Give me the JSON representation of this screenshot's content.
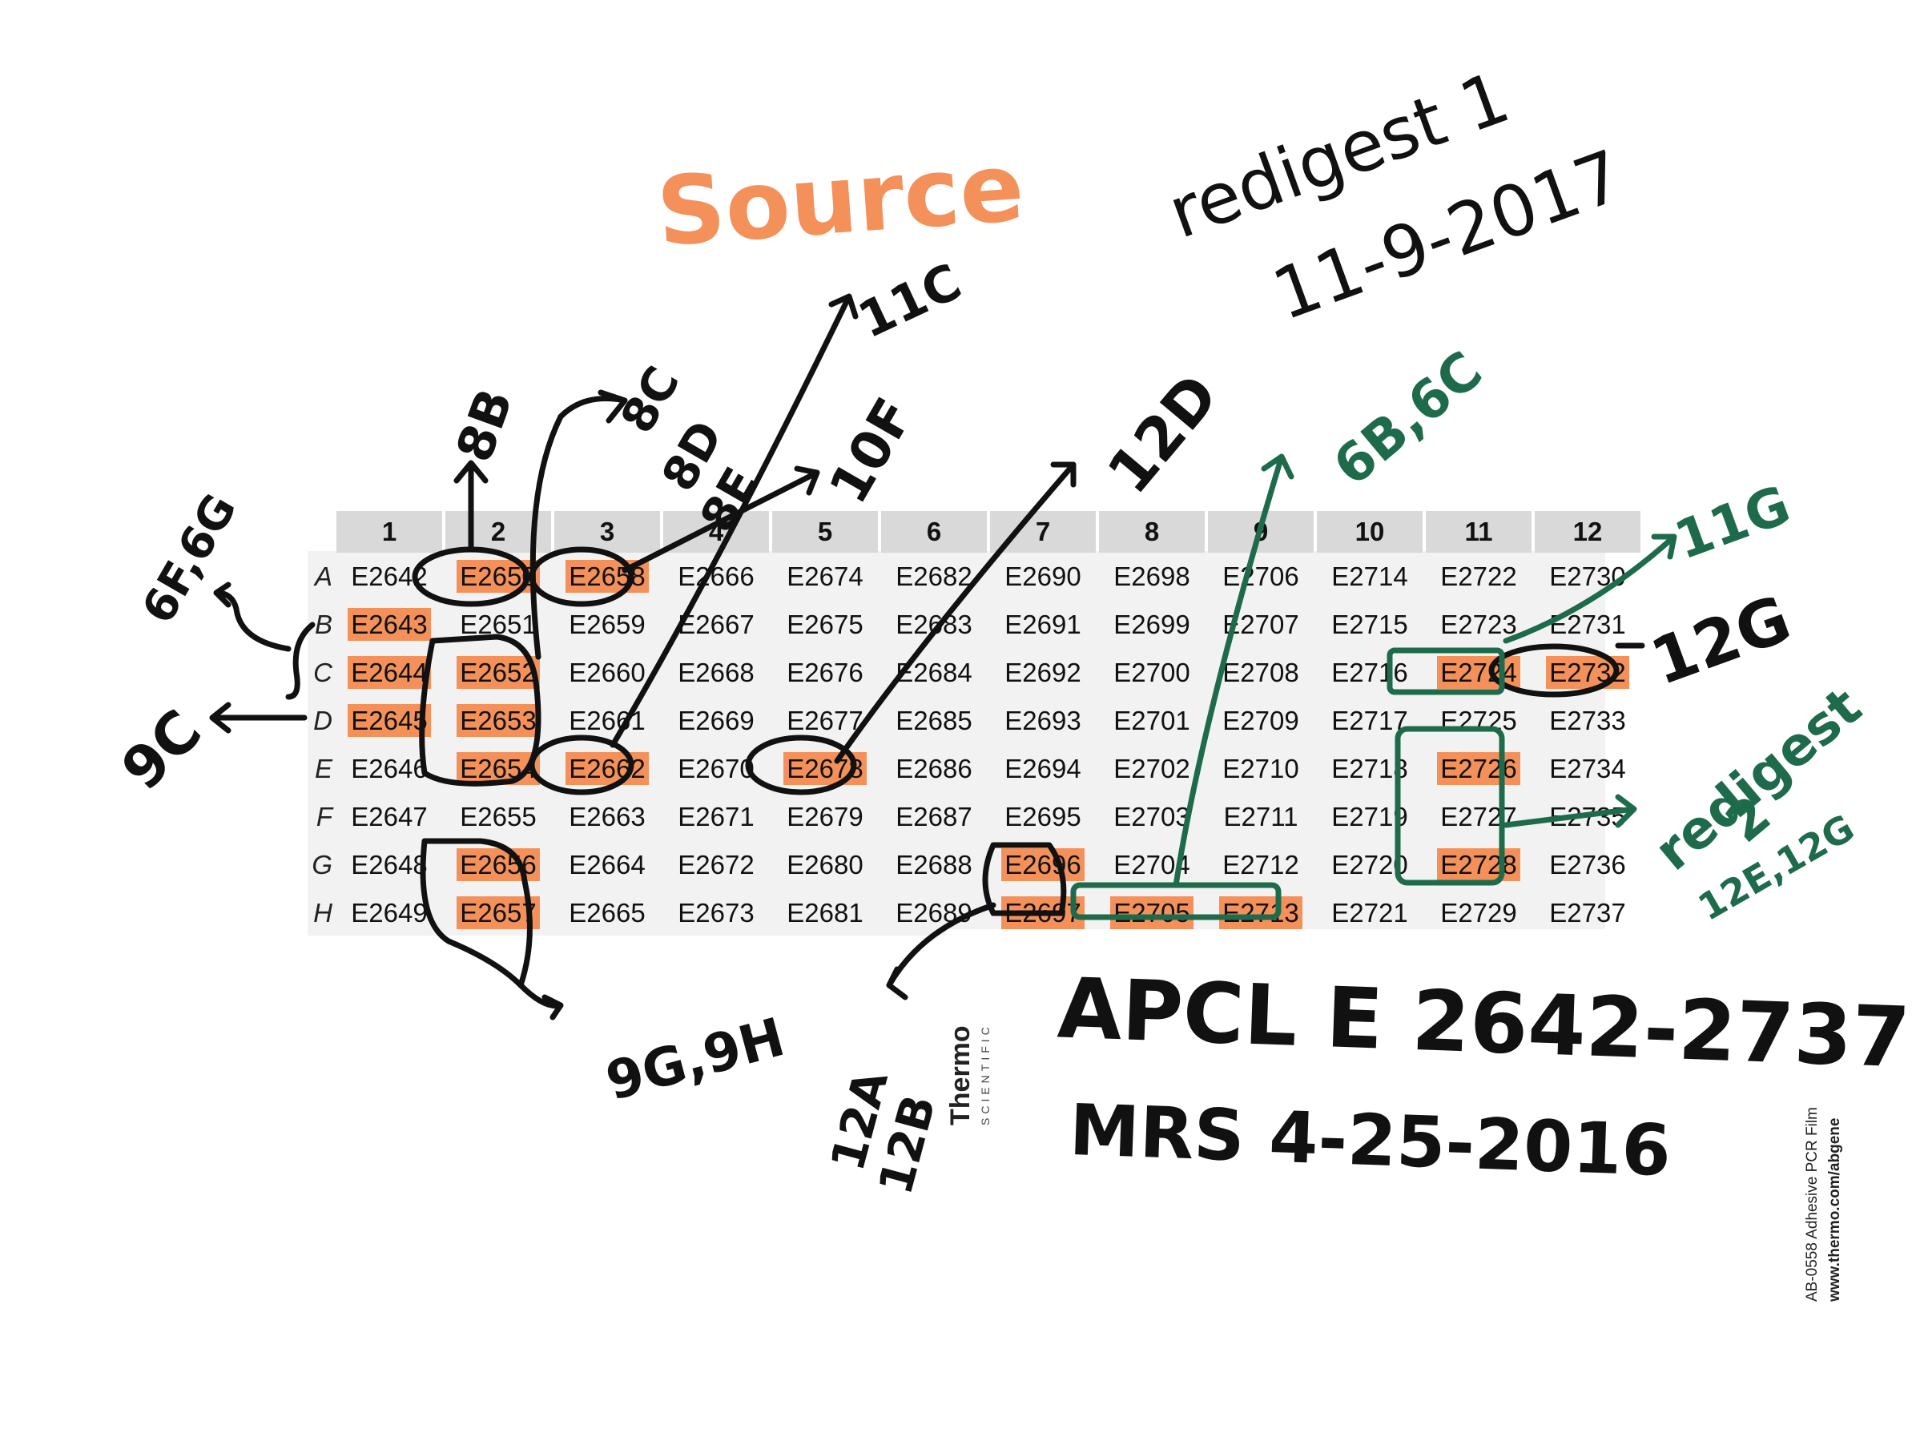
{
  "plate": {
    "columns": [
      "1",
      "2",
      "3",
      "4",
      "5",
      "6",
      "7",
      "8",
      "9",
      "10",
      "11",
      "12"
    ],
    "rows": [
      {
        "label": "A",
        "wells": [
          "E2642",
          "E2650",
          "E2658",
          "E2666",
          "E2674",
          "E2682",
          "E2690",
          "E2698",
          "E2706",
          "E2714",
          "E2722",
          "E2730"
        ]
      },
      {
        "label": "B",
        "wells": [
          "E2643",
          "E2651",
          "E2659",
          "E2667",
          "E2675",
          "E2683",
          "E2691",
          "E2699",
          "E2707",
          "E2715",
          "E2723",
          "E2731"
        ]
      },
      {
        "label": "C",
        "wells": [
          "E2644",
          "E2652",
          "E2660",
          "E2668",
          "E2676",
          "E2684",
          "E2692",
          "E2700",
          "E2708",
          "E2716",
          "E2724",
          "E2732"
        ]
      },
      {
        "label": "D",
        "wells": [
          "E2645",
          "E2653",
          "E2661",
          "E2669",
          "E2677",
          "E2685",
          "E2693",
          "E2701",
          "E2709",
          "E2717",
          "E2725",
          "E2733"
        ]
      },
      {
        "label": "E",
        "wells": [
          "E2646",
          "E2654",
          "E2662",
          "E2670",
          "E2678",
          "E2686",
          "E2694",
          "E2702",
          "E2710",
          "E2718",
          "E2726",
          "E2734"
        ]
      },
      {
        "label": "F",
        "wells": [
          "E2647",
          "E2655",
          "E2663",
          "E2671",
          "E2679",
          "E2687",
          "E2695",
          "E2703",
          "E2711",
          "E2719",
          "E2727",
          "E2735"
        ]
      },
      {
        "label": "G",
        "wells": [
          "E2648",
          "E2656",
          "E2664",
          "E2672",
          "E2680",
          "E2688",
          "E2696",
          "E2704",
          "E2712",
          "E2720",
          "E2728",
          "E2736"
        ]
      },
      {
        "label": "H",
        "wells": [
          "E2649",
          "E2657",
          "E2665",
          "E2673",
          "E2681",
          "E2689",
          "E2697",
          "E2705",
          "E2713",
          "E2721",
          "E2729",
          "E2737"
        ]
      }
    ],
    "highlighted_wells": [
      "E2650",
      "E2658",
      "E2643",
      "E2644",
      "E2652",
      "E2645",
      "E2653",
      "E2654",
      "E2662",
      "E2678",
      "E2656",
      "E2657",
      "E2696",
      "E2697",
      "E2705",
      "E2713",
      "E2724",
      "E2732",
      "E2726",
      "E2728"
    ],
    "highlight_color": "#f4915a"
  },
  "annotations": {
    "source": "Source",
    "redigest1": "redigest 1",
    "redigest1_date": "11-9-2017",
    "t_8B": "8B",
    "t_8C8D8E": [
      "8C",
      "8D",
      "8E"
    ],
    "t_11C": "11C",
    "t_10F": "10F",
    "t_12D": "12D",
    "t_6F6G": "6F,6G",
    "t_9C": "9C",
    "t_9G9H": "9G,9H",
    "t_12A12B": [
      "12A",
      "12B"
    ],
    "t_6B6C": "6B,6C",
    "t_11G": "11G",
    "t_12G": "12G",
    "redigest2": [
      "redigest",
      "2"
    ],
    "redigest2_targets": "12E,12G",
    "plate_id": "APCL E 2642-2737",
    "initials_date": "MRS   4-25-2016"
  },
  "film": {
    "brand": "Thermo",
    "brand_sub": "SCIENTIFIC",
    "product": "AB-0558 Adhesive PCR Film",
    "url": "www.thermo.com/abgene"
  },
  "colors": {
    "ink_black": "#111111",
    "ink_green": "#1e6b4c",
    "marker_orange": "#f4915a",
    "header_gray": "#d9d9d9"
  }
}
